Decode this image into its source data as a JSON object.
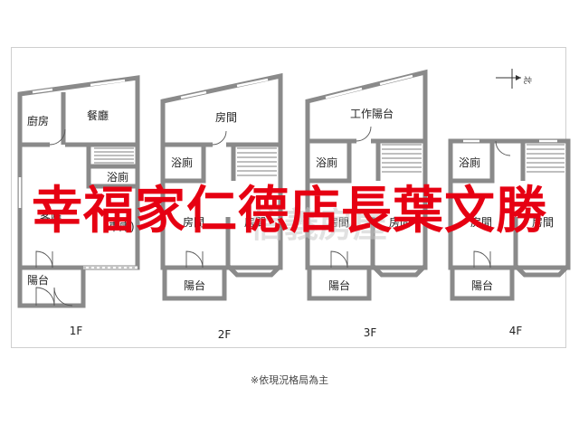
{
  "compass": {
    "label": "北"
  },
  "floors": [
    {
      "label": "1F",
      "rooms": {
        "kitchen": "廚房",
        "dining": "餐廳",
        "bath": "浴廁",
        "living": "客廳",
        "garage": "(車庫)",
        "balcony": "陽台"
      }
    },
    {
      "label": "2F",
      "rooms": {
        "room_north": "房間",
        "bath": "浴廁",
        "room_sw": "房間",
        "room_se": "房間",
        "balcony": "陽台"
      }
    },
    {
      "label": "3F",
      "rooms": {
        "work_balcony": "工作陽台",
        "bath": "浴廁",
        "room_sw": "房間",
        "room_se": "房間",
        "balcony": "陽台"
      }
    },
    {
      "label": "4F",
      "rooms": {
        "bath": "浴廁",
        "room_sw": "房間",
        "room_se": "房間",
        "balcony": "陽台"
      }
    }
  ],
  "ghost_watermark": "信義房屋",
  "overlay_text": "幸福家仁德店長葉文勝",
  "note": "※依現況格局為主",
  "colors": {
    "wall": "#8a8a8a",
    "overlay": "#e60012",
    "background": "#ffffff"
  }
}
